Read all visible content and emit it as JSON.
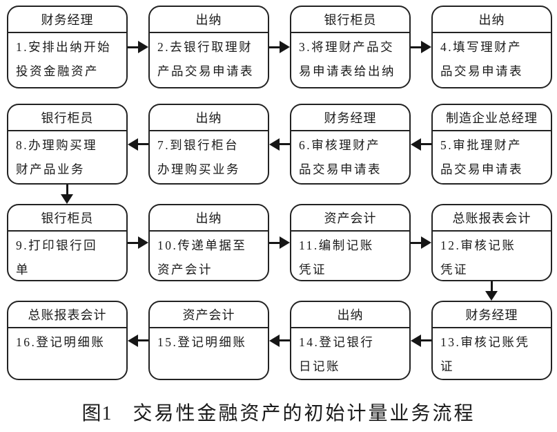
{
  "figure": {
    "colors": {
      "ink": "#1a1a1a",
      "line": "#222222",
      "paper": "#ffffff"
    },
    "caption": {
      "label": "图1",
      "title": "交易性金融资产的初始计量业务流程"
    },
    "rows": [
      {
        "direction": "right",
        "cells": [
          {
            "id": "1",
            "role": "财务经理",
            "task": "1.安排出纳开始\n投资金融资产"
          },
          {
            "id": "2",
            "role": "出纳",
            "task": "2.去银行取理财\n产品交易申请表"
          },
          {
            "id": "3",
            "role": "银行柜员",
            "task": "3.将理财产品交\n易申请表给出纳"
          },
          {
            "id": "4",
            "role": "出纳",
            "task": "4.填写理财产\n品交易申请表"
          }
        ]
      },
      {
        "direction": "left",
        "cells": [
          {
            "id": "8",
            "role": "银行柜员",
            "task": "8.办理购买理\n财产品业务"
          },
          {
            "id": "7",
            "role": "出纳",
            "task": "7.到银行柜台\n办理购买业务"
          },
          {
            "id": "6",
            "role": "财务经理",
            "task": "6.审核理财产\n品交易申请表"
          },
          {
            "id": "5",
            "role": "制造企业总经理",
            "task": "5.审批理财产\n品交易申请表"
          }
        ]
      },
      {
        "direction": "right",
        "cells": [
          {
            "id": "9",
            "role": "银行柜员",
            "task": "9.打印银行回\n单"
          },
          {
            "id": "10",
            "role": "出纳",
            "task": "10.传递单据至\n资产会计"
          },
          {
            "id": "11",
            "role": "资产会计",
            "task": "11.编制记账\n凭证"
          },
          {
            "id": "12",
            "role": "总账报表会计",
            "task": "12.审核记账\n凭证"
          }
        ]
      },
      {
        "direction": "left",
        "cells": [
          {
            "id": "16",
            "role": "总账报表会计",
            "task": "16.登记明细账"
          },
          {
            "id": "15",
            "role": "资产会计",
            "task": "15.登记明细账"
          },
          {
            "id": "14",
            "role": "出纳",
            "task": "14.登记银行\n日记账"
          },
          {
            "id": "13",
            "role": "财务经理",
            "task": "13.审核记账凭\n证"
          }
        ]
      }
    ],
    "vertical_arrows": [
      {
        "after_row": 1,
        "col": 0,
        "from": "8",
        "to": "9"
      },
      {
        "after_row": 2,
        "col": 3,
        "from": "12",
        "to": "13"
      }
    ]
  }
}
